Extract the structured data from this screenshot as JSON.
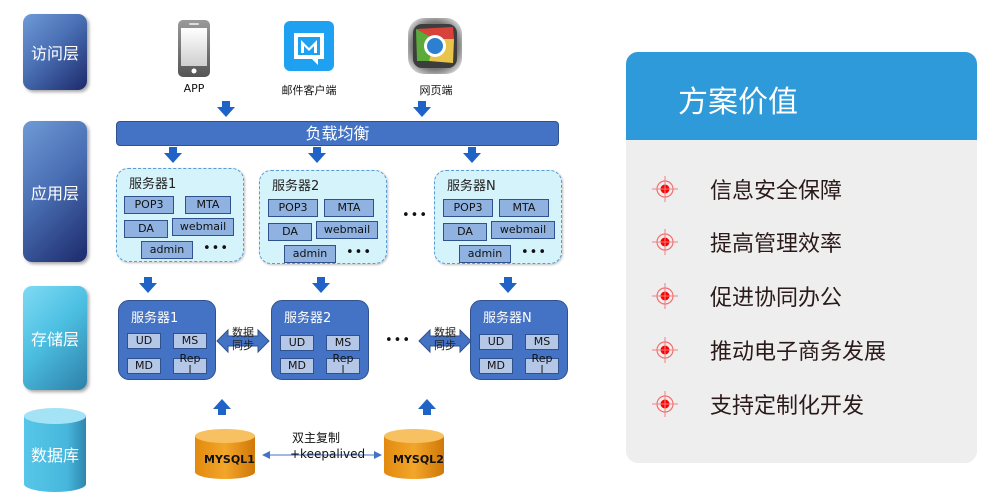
{
  "layers": [
    {
      "label": "访问层"
    },
    {
      "label": "应用层"
    },
    {
      "label": "存储层"
    },
    {
      "label": "数据库"
    }
  ],
  "clients": [
    {
      "label": "APP",
      "icon": "phone-icon"
    },
    {
      "label": "邮件客户端",
      "icon": "mail-client-icon"
    },
    {
      "label": "网页端",
      "icon": "browser-icon"
    }
  ],
  "load_balancer": {
    "label": "负载均衡"
  },
  "app_servers": [
    {
      "title": "服务器1",
      "modules": [
        "POP3",
        "MTA",
        "DA",
        "webmail",
        "admin"
      ],
      "more": "•••"
    },
    {
      "title": "服务器2",
      "modules": [
        "POP3",
        "MTA",
        "DA",
        "webmail",
        "admin"
      ],
      "more": "•••"
    },
    {
      "title": "服务器N",
      "modules": [
        "POP3",
        "MTA",
        "DA",
        "webmail",
        "admin"
      ],
      "more": "•••"
    }
  ],
  "app_ellipsis": "•••",
  "storage_servers": [
    {
      "title": "服务器1",
      "modules": [
        "UD",
        "MS",
        "MD",
        "Rep",
        "l"
      ]
    },
    {
      "title": "服务器2",
      "modules": [
        "UD",
        "MS",
        "MD",
        "Rep",
        "l"
      ]
    },
    {
      "title": "服务器N",
      "modules": [
        "UD",
        "MS",
        "MD",
        "Rep",
        "l"
      ]
    }
  ],
  "storage_ellipsis": "•••",
  "sync_label": {
    "line1": "数据",
    "line2": "同步"
  },
  "databases": [
    {
      "label": "MYSQL1"
    },
    {
      "label": "MYSQL2"
    }
  ],
  "replication": {
    "line1": "双主复制",
    "line2": "+keepalived"
  },
  "value_panel": {
    "title": "方案价值",
    "items": [
      {
        "text": "信息安全保障"
      },
      {
        "text": "提高管理效率"
      },
      {
        "text": "促进协同办公"
      },
      {
        "text": "推动电子商务发展"
      },
      {
        "text": "支持定制化开发"
      }
    ]
  },
  "colors": {
    "panel_header": "#2e9ad9",
    "panel_bg": "#eeeeee",
    "accent_blue": "#4472c4",
    "bullet_red": "#ff0000",
    "database_orange": "#f0a020"
  }
}
